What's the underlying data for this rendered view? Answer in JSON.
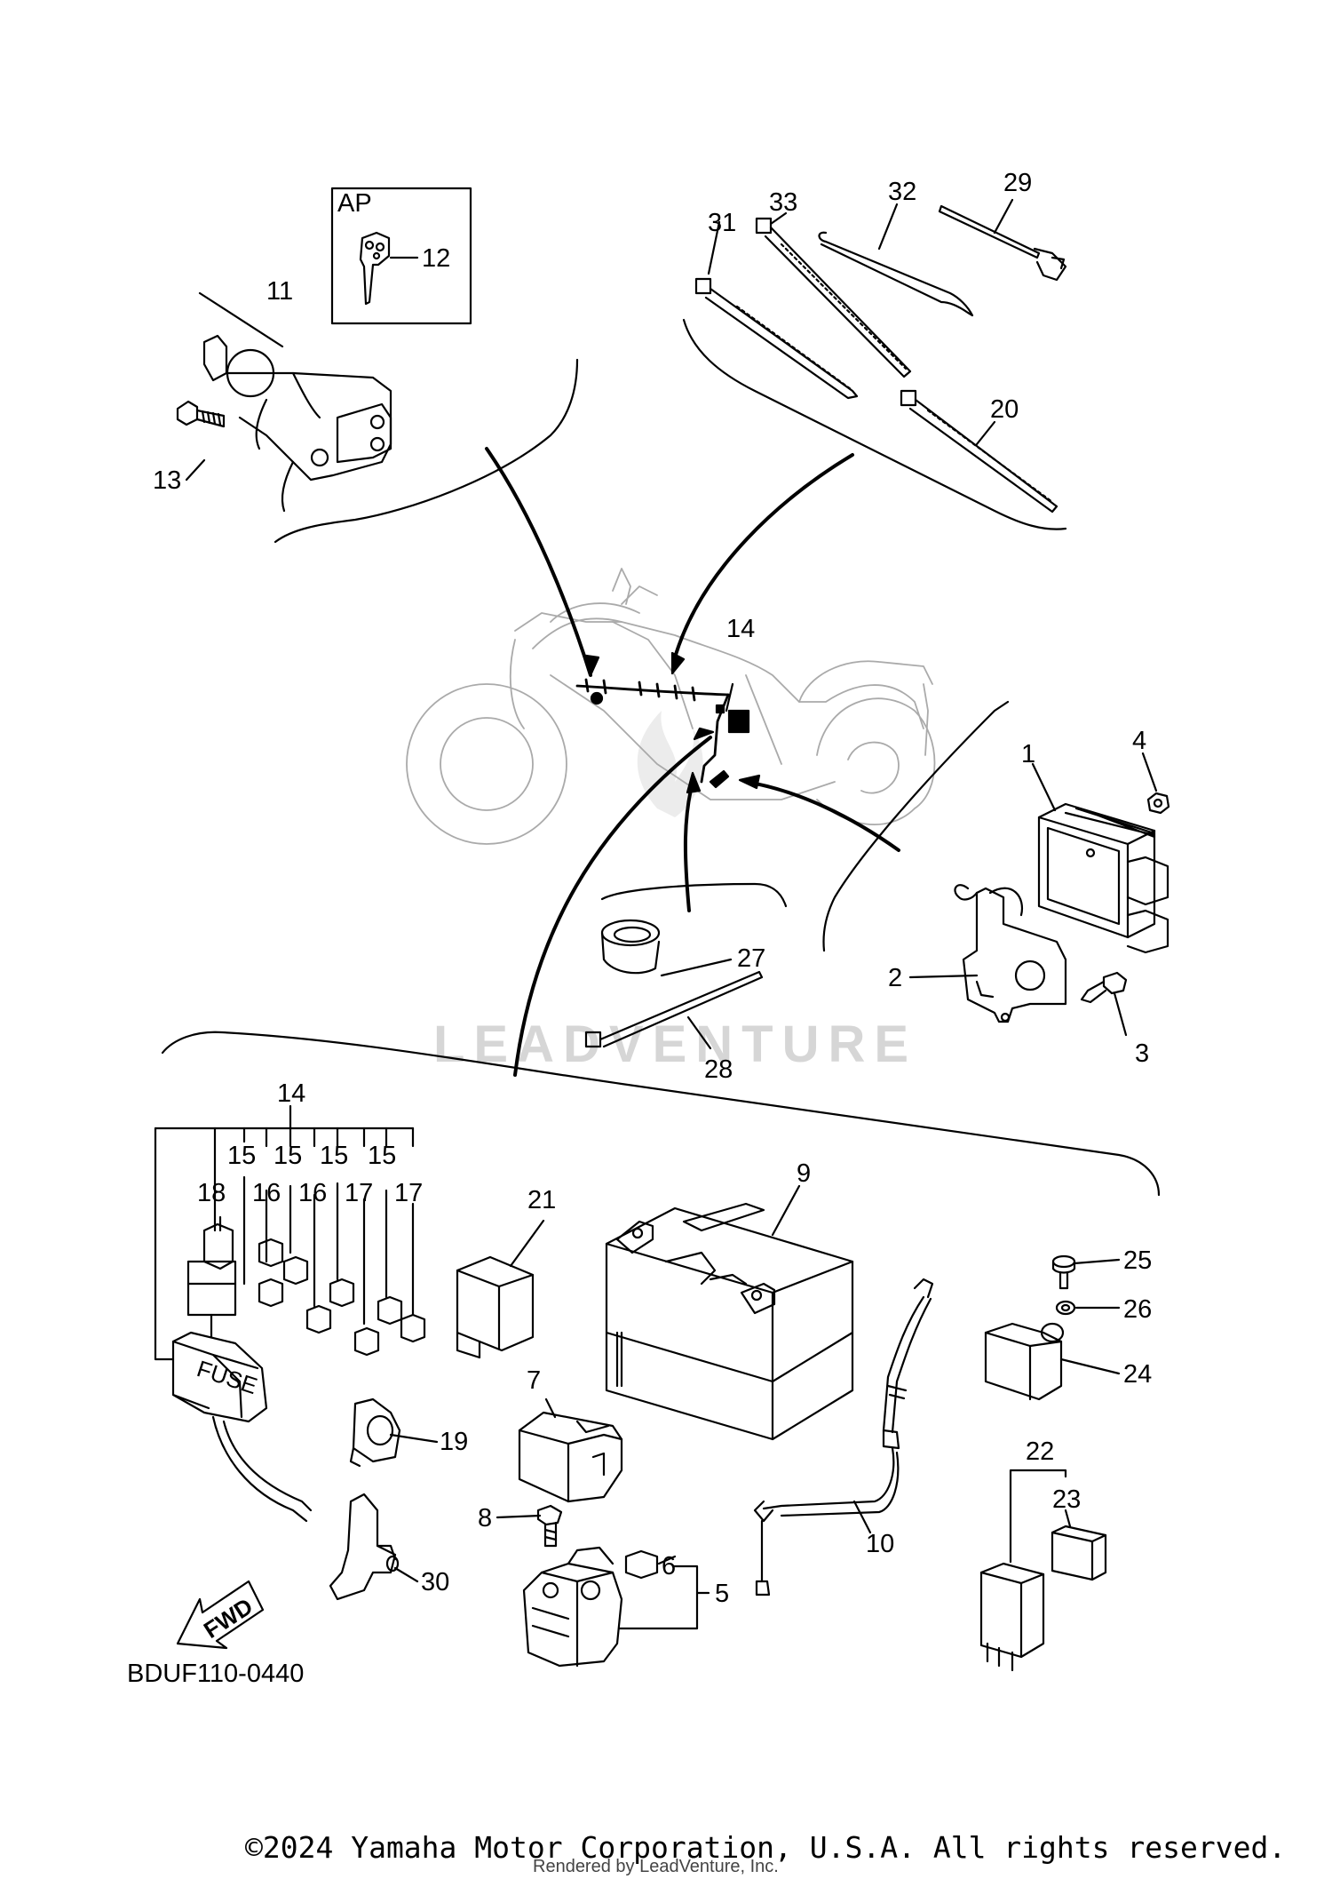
{
  "diagram": {
    "code": "BDUF110-0440",
    "watermark": "LEADVENTURE",
    "fwd_label": "FWD",
    "ap_label": "AP",
    "fuse_label": "FUSE",
    "callouts": {
      "c1": "1",
      "c2": "2",
      "c3": "3",
      "c4": "4",
      "c5": "5",
      "c6": "6",
      "c7": "7",
      "c8": "8",
      "c9": "9",
      "c10": "10",
      "c11": "11",
      "c12": "12",
      "c13": "13",
      "c14_main": "14",
      "c14_box": "14",
      "c15a": "15",
      "c15b": "15",
      "c15c": "15",
      "c15d": "15",
      "c16a": "16",
      "c16b": "16",
      "c17a": "17",
      "c17b": "17",
      "c18": "18",
      "c19": "19",
      "c20": "20",
      "c21": "21",
      "c22": "22",
      "c23": "23",
      "c24": "24",
      "c25": "25",
      "c26": "26",
      "c27": "27",
      "c28": "28",
      "c29": "29",
      "c30": "30",
      "c31": "31",
      "c32": "32",
      "c33": "33"
    }
  },
  "footer": {
    "copyright": "©2024 Yamaha Motor Corporation, U.S.A. All rights reserved.",
    "rendered_by": "Rendered by LeadVenture, Inc."
  }
}
